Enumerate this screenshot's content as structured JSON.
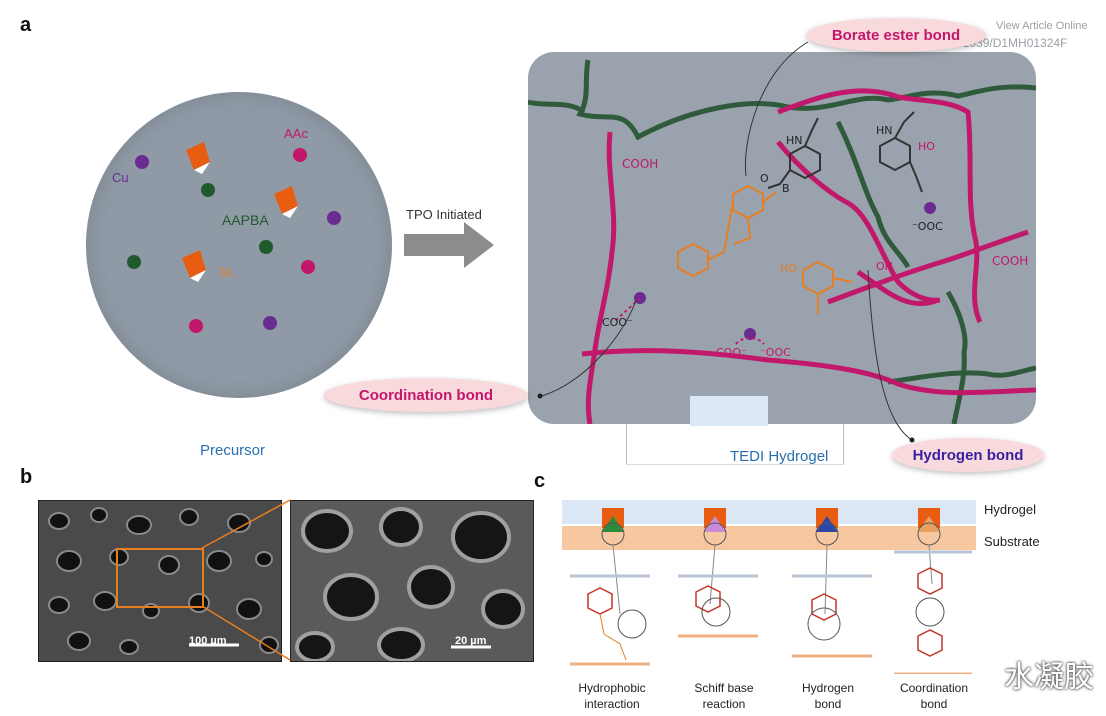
{
  "panels": {
    "a": "a",
    "b": "b",
    "c": "c"
  },
  "view_article": "View Article Online",
  "doi": "DOI: 10.1039/D1MH01324F",
  "precursor": {
    "label": "Precursor",
    "cu": "Cu",
    "aac": "AAc",
    "aapba": "AAPBA",
    "ta": "TA"
  },
  "arrow_label": "TPO Initiated",
  "hydrogel": {
    "title": "TEDI Hydrogel",
    "cooh_left": "COOH",
    "cooh_right": "COOH",
    "hn_left": "HN",
    "hn_right": "HN",
    "ho_top": "HO",
    "o_label": "O",
    "b_label": "B",
    "coo_left": "COO⁻",
    "coo_mid1": "COO⁻",
    "coo_mid2": "⁻OOC",
    "ooc_right": "⁻OOC",
    "oh_label": "OH",
    "ho_label": "HO"
  },
  "bonds": {
    "borate": "Borate ester bond",
    "coordination": "Coordination bond",
    "hydrogen": "Hydrogen bond"
  },
  "panel_b": {
    "scale1": "100 µm",
    "scale2": "20 µm"
  },
  "panel_c": {
    "hydrogel": "Hydrogel",
    "substrate": "Substrate",
    "captions": [
      {
        "l1": "Hydrophobic",
        "l2": "interaction"
      },
      {
        "l1": "Schiff base",
        "l2": "reaction"
      },
      {
        "l1": "Hydrogen",
        "l2": "bond"
      },
      {
        "l1": "Coordination",
        "l2": "bond"
      }
    ]
  },
  "watermark": "水凝胶",
  "colors": {
    "circle": "#8f9aa6",
    "network_bg": "#9aa3ad",
    "green_chain": "#2f5a3b",
    "pink_chain": "#c2186b",
    "orange": "#e67e22",
    "purple": "#6a2c91",
    "hydrogel_layer": "#dce7f5",
    "substrate_layer": "#f7c8a0",
    "arrow": "#8c8c8c"
  }
}
